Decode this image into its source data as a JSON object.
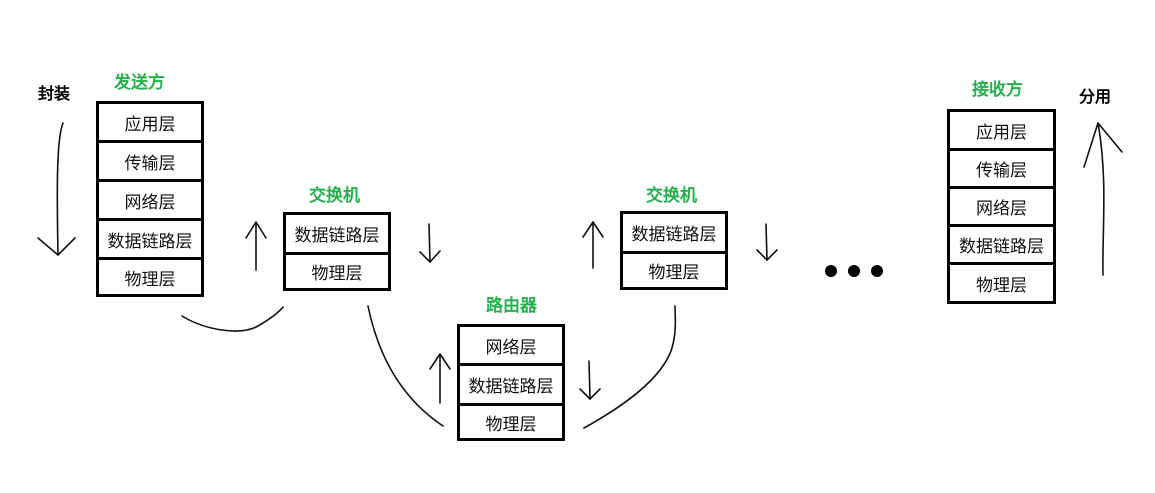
{
  "labels": {
    "encapsulate": "封装",
    "demultiplex": "分用"
  },
  "sender": {
    "title": "发送方",
    "layers": [
      "应用层",
      "传输层",
      "网络层",
      "数据链路层",
      "物理层"
    ]
  },
  "switch1": {
    "title": "交换机",
    "layers": [
      "数据链路层",
      "物理层"
    ]
  },
  "router": {
    "title": "路由器",
    "layers": [
      "网络层",
      "数据链路层",
      "物理层"
    ]
  },
  "switch2": {
    "title": "交换机",
    "layers": [
      "数据链路层",
      "物理层"
    ]
  },
  "receiver": {
    "title": "接收方",
    "layers": [
      "应用层",
      "传输层",
      "网络层",
      "数据链路层",
      "物理层"
    ]
  },
  "colors": {
    "title": "#22b14c",
    "text": "#111111",
    "border": "#000000"
  }
}
